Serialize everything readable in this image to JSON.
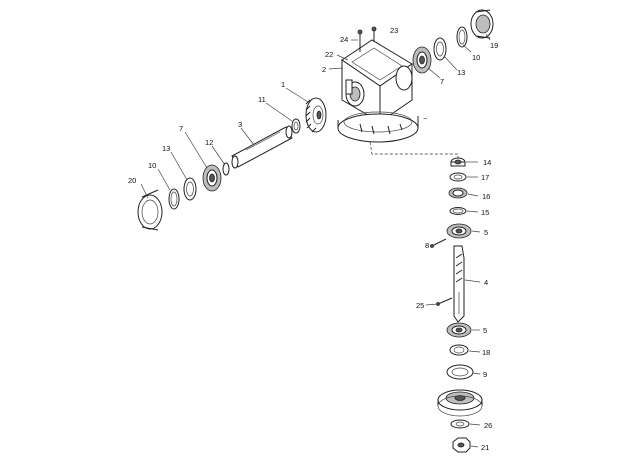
{
  "callouts": {
    "c20a": "20",
    "c10a": "10",
    "c13a": "13",
    "c7a": "7",
    "c12": "12",
    "c3": "3",
    "c11": "11",
    "c1": "1",
    "c24": "24",
    "c23": "23",
    "c22": "22",
    "c2": "2",
    "c7b": "7",
    "c13b": "13",
    "c10b": "10",
    "c19": "19",
    "c_s14": "14",
    "c_s17": "17",
    "c_s16": "16",
    "c_s15": "15",
    "c_s5a": "5",
    "c_s8": "8",
    "c_s4": "4",
    "c_s25": "25",
    "c_s5b": "5",
    "c_s18": "18",
    "c_s9": "9",
    "c_s26": "26",
    "c_s21": "21"
  }
}
